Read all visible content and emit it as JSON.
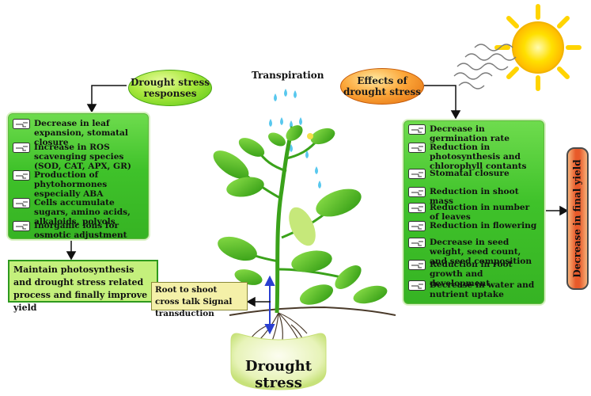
{
  "top_label": "Transpiration",
  "responses": {
    "title": "Drought stress responses",
    "items": [
      "Decrease in leaf expansion, stomatal closure",
      "Increase in ROS scavenging species (SOD, CAT, APX, GR)",
      "Production of phytohormones especially ABA",
      "Cells accumulate sugars, amino acids, alkaloids, polyols",
      "Inorganic ions for osmotic adjustment"
    ],
    "outcome": "Maintain photosynthesis and drought stress related process and finally improve yield"
  },
  "effects": {
    "title": "Effects of drought stress",
    "items": [
      "Decrease in germination rate",
      "Reduction in photosynthesis and chlorophyll contants",
      "Stomatal closure",
      "Reduction in shoot mass",
      "Reduction in number of leaves",
      "Reduction in flowering",
      "Decrease in seed weight, seed count, and seed composition",
      "Reduction in root growth and development",
      "Decrease in water and nutrient uptake"
    ],
    "final": "Decrease in final yield"
  },
  "signal": "Root to shoot cross talk Signal transduction",
  "base_label": "Drought stress",
  "colors": {
    "panel_green": "#3fc22a",
    "pill_green": "#8be03a",
    "pill_orange": "#f08a1c",
    "sun_yellow": "#ffe21a",
    "leaf_green": "#4caf1e",
    "final_red": "#e0502a",
    "signal_box": "#f4f0a8"
  }
}
